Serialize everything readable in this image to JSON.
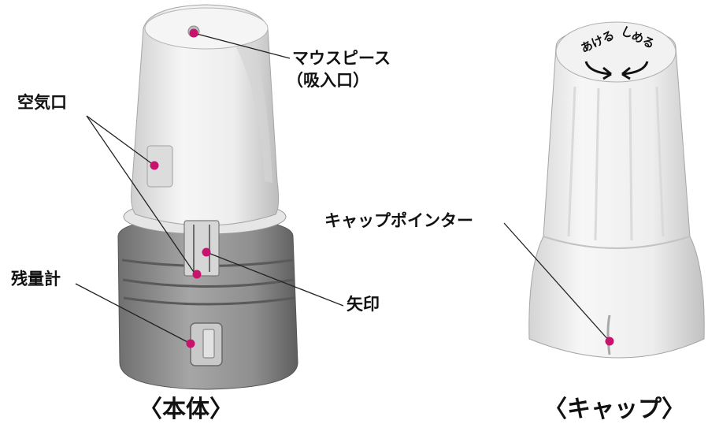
{
  "labels": {
    "mouthpiece_line1": "マウスピース",
    "mouthpiece_line2": "（吸入口）",
    "air_inlet": "空気口",
    "dose_counter": "残量計",
    "arrow_mark": "矢印",
    "cap_pointer": "キャップポインター",
    "cap_open": "あける",
    "cap_close": "しめる"
  },
  "captions": {
    "body": "〈本体〉",
    "cap": "〈キャップ〉"
  },
  "colors": {
    "marker": "#c8136e",
    "device_white": "#ececec",
    "device_gray": "#8a8a8a",
    "leader_line": "#222222"
  }
}
